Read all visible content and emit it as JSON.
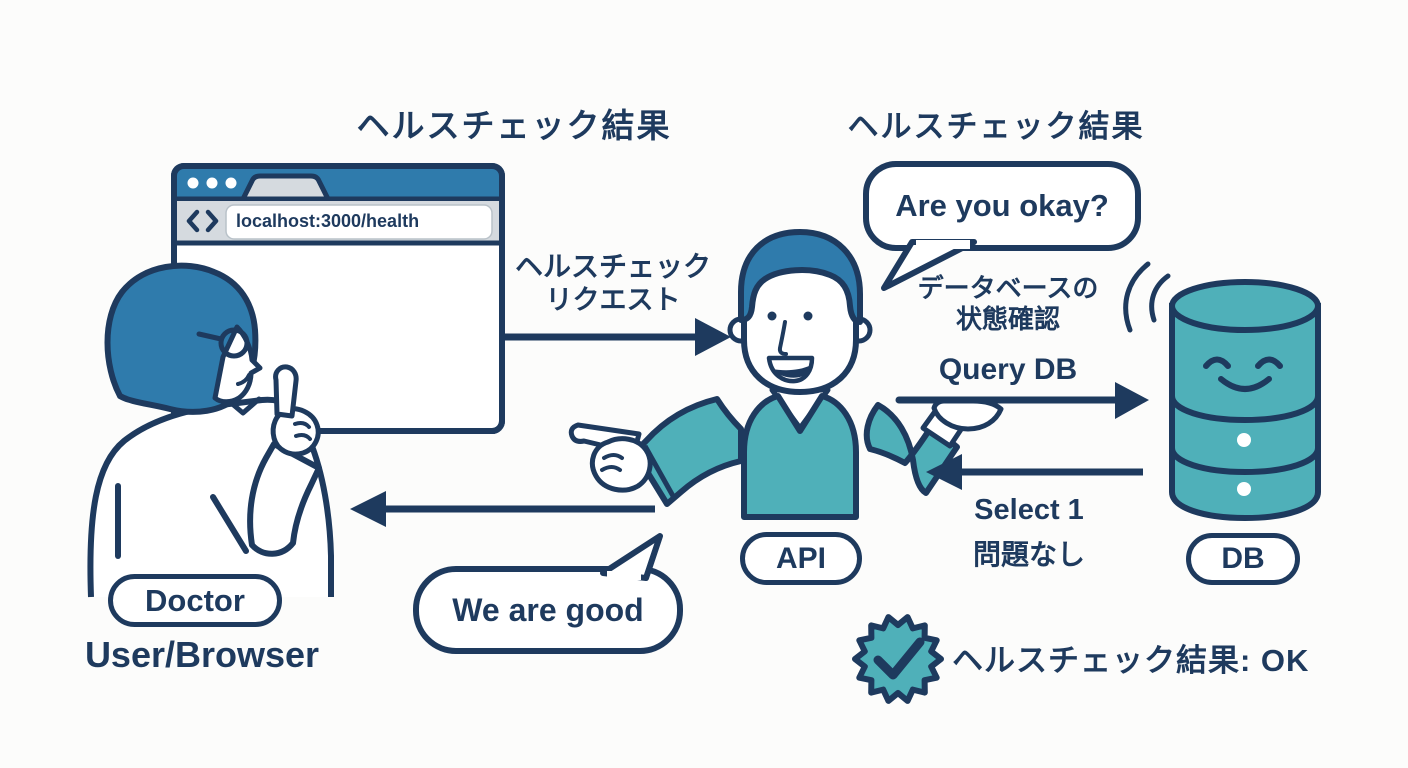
{
  "colors": {
    "navy": "#1e3a5e",
    "blue": "#2f7bac",
    "teal": "#4fb0b9",
    "grey": "#d5dadf",
    "bg": "#fcfcfb"
  },
  "titles": {
    "left": "ヘルスチェック結果",
    "right": "ヘルスチェック結果"
  },
  "browser": {
    "url": "localhost:3000/health"
  },
  "flow": {
    "request_line1": "ヘルスチェック",
    "request_line2": "リクエスト",
    "api_bubble": "Are you okay?",
    "db_check_line1": "データベースの",
    "db_check_line2": "状態確認",
    "query": "Query DB",
    "reply_line1": "Select 1",
    "reply_line2": "問題なし",
    "user_bubble": "We are good",
    "result": "ヘルスチェック結果: OK"
  },
  "actors": {
    "user_pill": "Doctor",
    "user_caption": "User/Browser",
    "api_pill": "API",
    "db_pill": "DB"
  },
  "icons": {
    "back": "chevron-left-icon",
    "forward": "chevron-right-icon",
    "badge": "check-badge-icon",
    "sound": "sound-waves-icon"
  }
}
